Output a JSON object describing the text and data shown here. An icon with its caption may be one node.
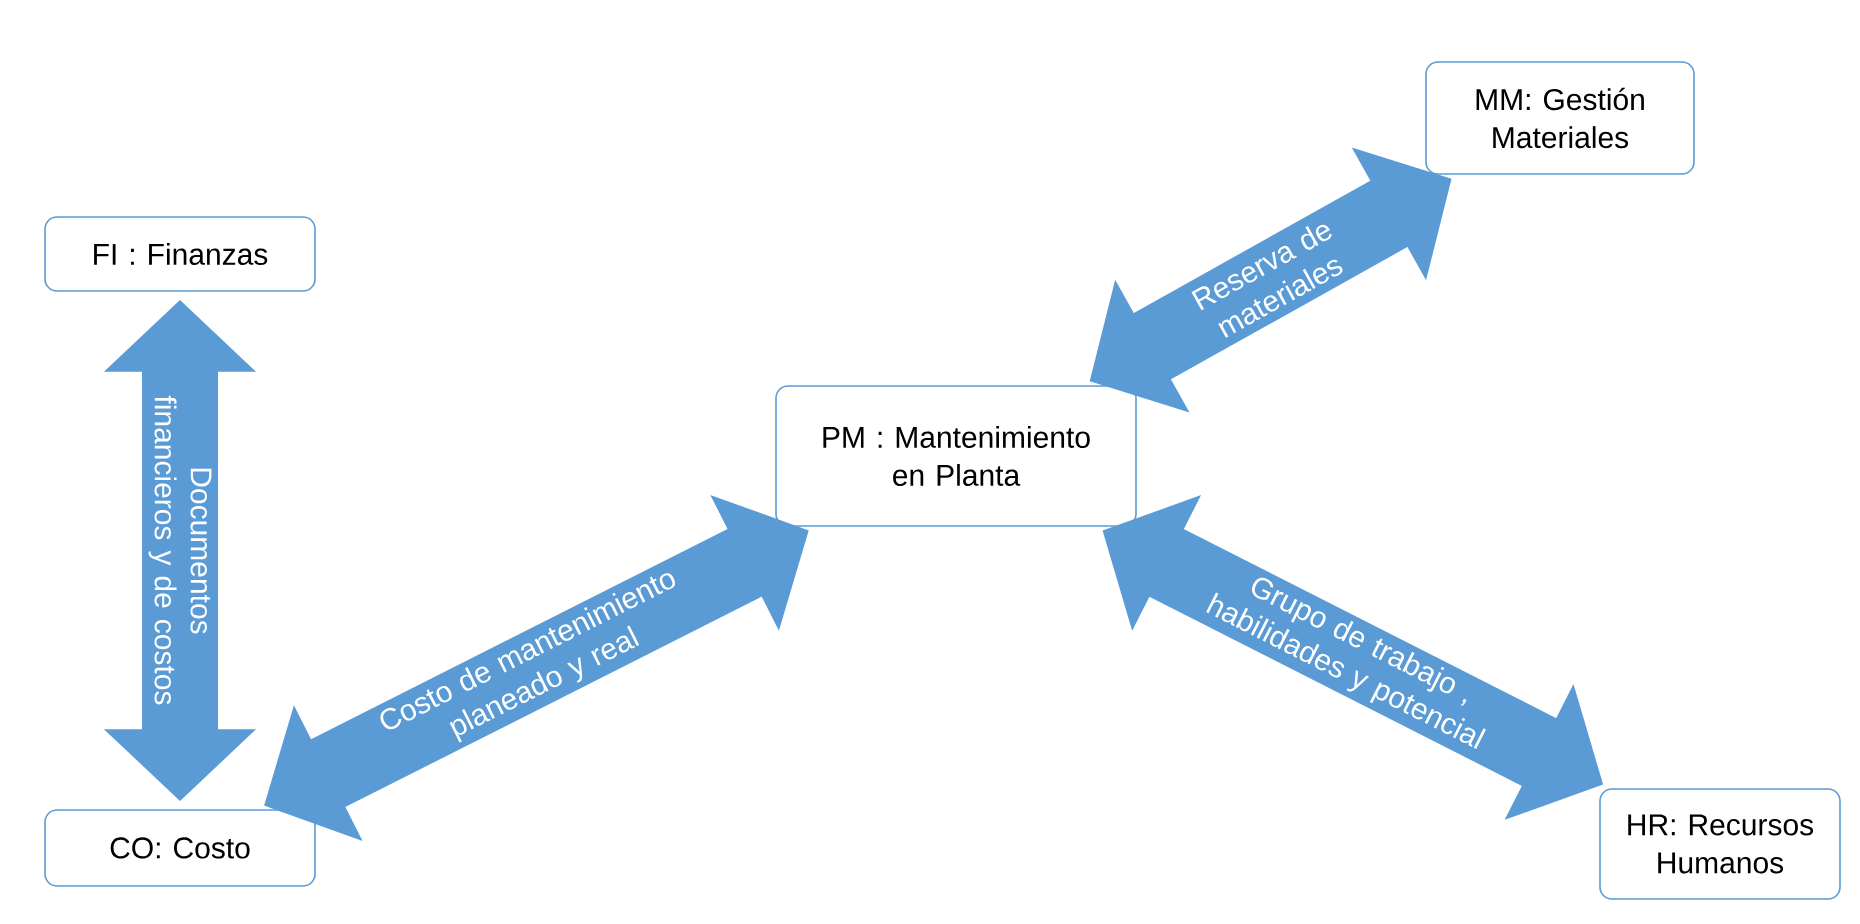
{
  "diagram": {
    "nodes": [
      {
        "text": [
          "FI : Finanzas"
        ]
      },
      {
        "text": [
          "MM: Gestión Materiales"
        ]
      },
      {
        "text": [
          "PM : Mantenimiento en Planta"
        ]
      },
      {
        "text": [
          "CO: Costo"
        ]
      },
      {
        "text": [
          "HR: Recursos Humanos"
        ]
      }
    ],
    "edges": [
      {
        "from": 0,
        "to": 3,
        "arrow": "both",
        "label": "Documentos financieros y de costos"
      },
      {
        "from": 2,
        "to": 1,
        "arrow": "both",
        "label": "Reserva de materiales"
      },
      {
        "from": 3,
        "to": 2,
        "arrow": "both",
        "label": "Costo de mantenimiento planeado y real"
      },
      {
        "from": 2,
        "to": 4,
        "arrow": "both",
        "label": "Grupo de trabajo , habilidades y  potencial"
      }
    ]
  }
}
